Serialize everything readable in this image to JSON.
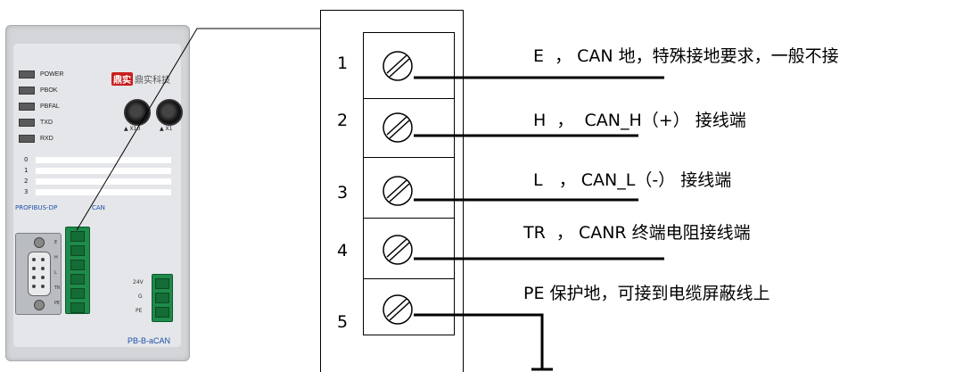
{
  "device": {
    "leds": [
      "POWER",
      "PBOK",
      "PBFAL",
      "TXD",
      "RXD"
    ],
    "brand_mark": "鼎实",
    "brand_name": "鼎实科技",
    "dial_labels": [
      "X10",
      "X1"
    ],
    "row_numbers": [
      "0",
      "1",
      "2",
      "3"
    ],
    "profibus_label": "PROFIBUS-DP",
    "can_label": "CAN",
    "can_pins": [
      "E",
      "H",
      "L",
      "TR",
      "PE"
    ],
    "power_pins": [
      "24V",
      "G",
      "PE"
    ],
    "model": "PB-B-aCAN"
  },
  "terminal_block": {
    "terminals": [
      "1",
      "2",
      "3",
      "4",
      "5"
    ]
  },
  "wiring": [
    {
      "pin": "E",
      "sep": "  ，",
      "desc": "CAN 地，特殊接地要求，一般不接"
    },
    {
      "pin": "H",
      "sep": "  ，",
      "desc": " CAN_H（+） 接线端"
    },
    {
      "pin": "L",
      "sep": "   ，",
      "desc": "CAN_L（-） 接线端"
    },
    {
      "pin": "TR",
      "sep": "  ，",
      "desc": "CANR 终端电阻接线端"
    },
    {
      "pin": "PE",
      "sep": "",
      "desc": "保护地，可接到电缆屏蔽线上"
    }
  ]
}
